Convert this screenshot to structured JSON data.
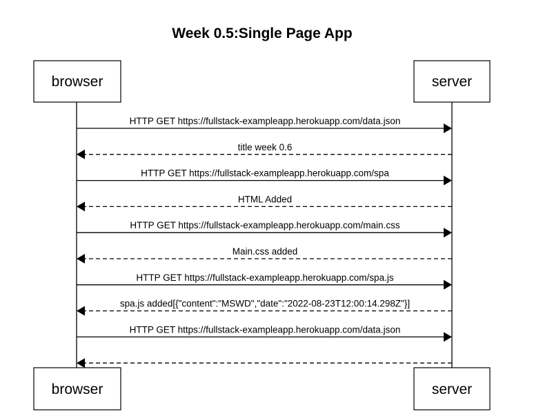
{
  "diagram": {
    "title": "Week 0.5:Single Page App",
    "participants": [
      "browser",
      "server"
    ],
    "messages": [
      {
        "from": "browser",
        "to": "server",
        "label": "HTTP GET https://fullstack-exampleapp.herokuapp.com/data.json",
        "style": "solid"
      },
      {
        "from": "server",
        "to": "browser",
        "label": "title week 0.6",
        "style": "dashed"
      },
      {
        "from": "browser",
        "to": "server",
        "label": "HTTP GET https://fullstack-exampleapp.herokuapp.com/spa",
        "style": "solid"
      },
      {
        "from": "server",
        "to": "browser",
        "label": "HTML Added",
        "style": "dashed"
      },
      {
        "from": "browser",
        "to": "server",
        "label": "HTTP GET https://fullstack-exampleapp.herokuapp.com/main.css",
        "style": "solid"
      },
      {
        "from": "server",
        "to": "browser",
        "label": "Main.css added",
        "style": "dashed"
      },
      {
        "from": "browser",
        "to": "server",
        "label": "HTTP GET https://fullstack-exampleapp.herokuapp.com/spa.js",
        "style": "solid"
      },
      {
        "from": "server",
        "to": "browser",
        "label": "spa.js added[{\"content\":\"MSWD\",\"date\":\"2022-08-23T12:00:14.298Z\"}]",
        "style": "dashed"
      },
      {
        "from": "browser",
        "to": "server",
        "label": "HTTP GET https://fullstack-exampleapp.herokuapp.com/data.json",
        "style": "solid"
      },
      {
        "from": "server",
        "to": "browser",
        "label": "",
        "style": "dashed"
      }
    ]
  }
}
